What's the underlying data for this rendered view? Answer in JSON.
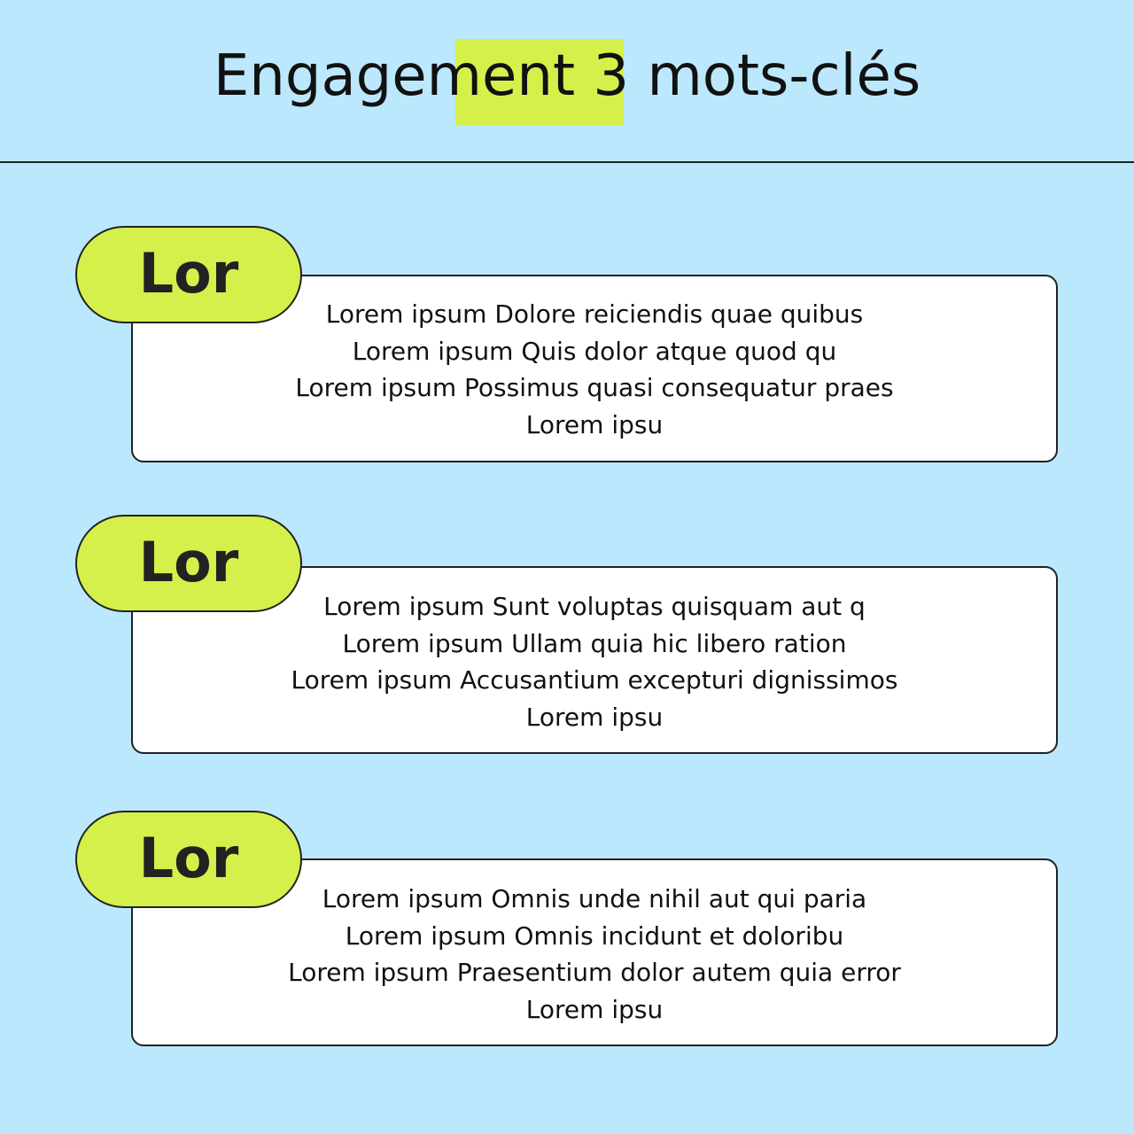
{
  "header": {
    "title": "Engagement 3 mots-clés"
  },
  "colors": {
    "background": "#bce8fd",
    "accent": "#d5f04a",
    "card": "#ffffff",
    "border": "#222222"
  },
  "items": [
    {
      "label": "Lor",
      "lines": [
        "Lorem ipsum Dolore reiciendis quae quibus",
        "Lorem ipsum Quis dolor atque quod qu",
        "Lorem ipsum Possimus quasi consequatur praes",
        "Lorem ipsu"
      ]
    },
    {
      "label": "Lor",
      "lines": [
        "Lorem ipsum Sunt voluptas quisquam aut q",
        "Lorem ipsum Ullam quia hic libero ration",
        "Lorem ipsum Accusantium excepturi dignissimos",
        "Lorem ipsu"
      ]
    },
    {
      "label": "Lor",
      "lines": [
        "Lorem ipsum Omnis unde nihil aut qui paria",
        "Lorem ipsum Omnis incidunt et doloribu",
        "Lorem ipsum Praesentium dolor autem quia error",
        "Lorem ipsu"
      ]
    }
  ]
}
